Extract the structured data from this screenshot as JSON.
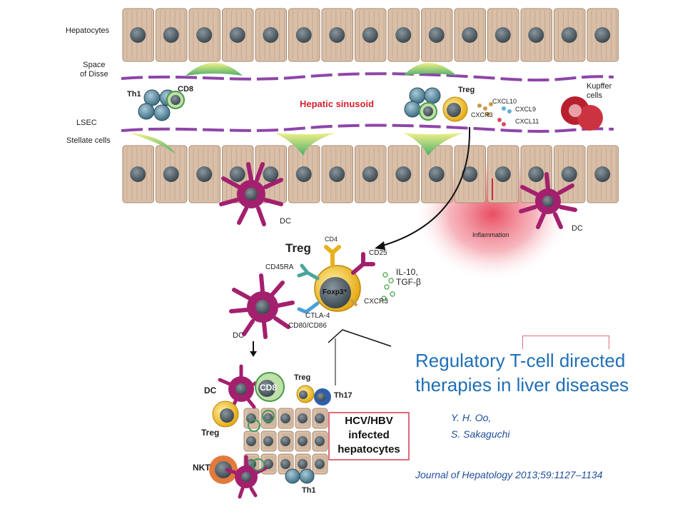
{
  "diagram": {
    "labels": {
      "hepatocytes": "Hepatocytes",
      "space_of_disse": "Space\nof Disse",
      "lsec": "LSEC",
      "stellate_cells": "Stellate cells",
      "th1_top": "Th1",
      "cd8_top": "CD8",
      "hepatic_sinusoid": "Hepatic sinusoid",
      "treg_top": "Treg",
      "cxcl10": "CXCL10",
      "cxcl9": "CXCL9",
      "cxcr3_top": "CXCR3",
      "cxcl11": "CXCL11",
      "kupffer": "Kupffer\ncells",
      "dc_left": "DC",
      "dc_right": "DC",
      "inflammation": "Inflammation"
    },
    "treg_detail": {
      "treg": "Treg",
      "cd4": "CD4",
      "cd25": "CD25",
      "cd45ra": "CD45RA",
      "il10": "IL-10,\nTGF-β",
      "foxp3": "Foxp3⁺",
      "cxcr3": "CXCR3",
      "ctla4": "CTLA-4",
      "cd80": "CD80/CD86",
      "dc": "DC"
    },
    "cluster": {
      "dc": "DC",
      "cd8": "CD8",
      "treg_right": "Treg",
      "th17": "Th17",
      "treg_left": "Treg",
      "nkt": "NKT",
      "th1": "Th1",
      "infected": "HCV/HBV\ninfected\nhepatocytes"
    },
    "colors": {
      "hepatocyte": "#d9bfa8",
      "nucleus": "#4d5a63",
      "lsec": "#8e45a8",
      "stellate": "#c6d636",
      "title_blue": "#1f6fb7",
      "treg_yellow": "#f2c12e",
      "dc_magenta": "#a3206e",
      "kupffer_red": "#b8202e",
      "inflammation": "#e8455a",
      "blue_cell": "#4a7e96"
    }
  },
  "paper": {
    "title": "Regulatory T-cell directed\ntherapies in liver diseases",
    "author1": "Y. H. Oo,",
    "author2": "S. Sakaguchi",
    "journal": "Journal of Hepatology 2013;59:1127–1134"
  }
}
